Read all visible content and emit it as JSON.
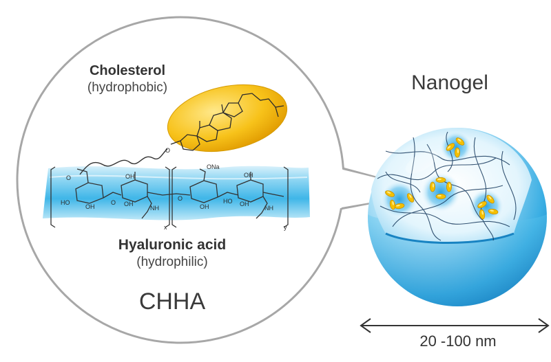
{
  "labels": {
    "cholesterol": "Cholesterol",
    "hydrophobic": "(hydrophobic)",
    "hyaluronic_acid": "Hyaluronic acid",
    "hydrophilic": "(hydrophilic)",
    "chha": "CHHA",
    "nanogel": "Nanogel",
    "size_range": "20 -100 nm"
  },
  "structure_labels": {
    "o1": "O",
    "oh1": "OH",
    "ho1": "HO",
    "o_link": "O",
    "oh2": "OH",
    "oh3": "OH",
    "nh1": "NH",
    "x": "x",
    "ona": "ONa",
    "o2": "O",
    "oh4": "OH",
    "ho2": "HO",
    "oh5": "OH",
    "oh6": "OH",
    "nh2": "NH",
    "y": "y",
    "o_chol": "O"
  },
  "icons": [
    "magnifier-circle",
    "cholesterol-capsule",
    "hyaluronic-band",
    "nanogel-sphere",
    "double-arrow"
  ],
  "colors": {
    "cholesterol_yellow": "#f2b400",
    "hyaluronic_blue": "#5cc6ef",
    "sphere_blue": "#1e9ad6",
    "text": "#333333"
  }
}
